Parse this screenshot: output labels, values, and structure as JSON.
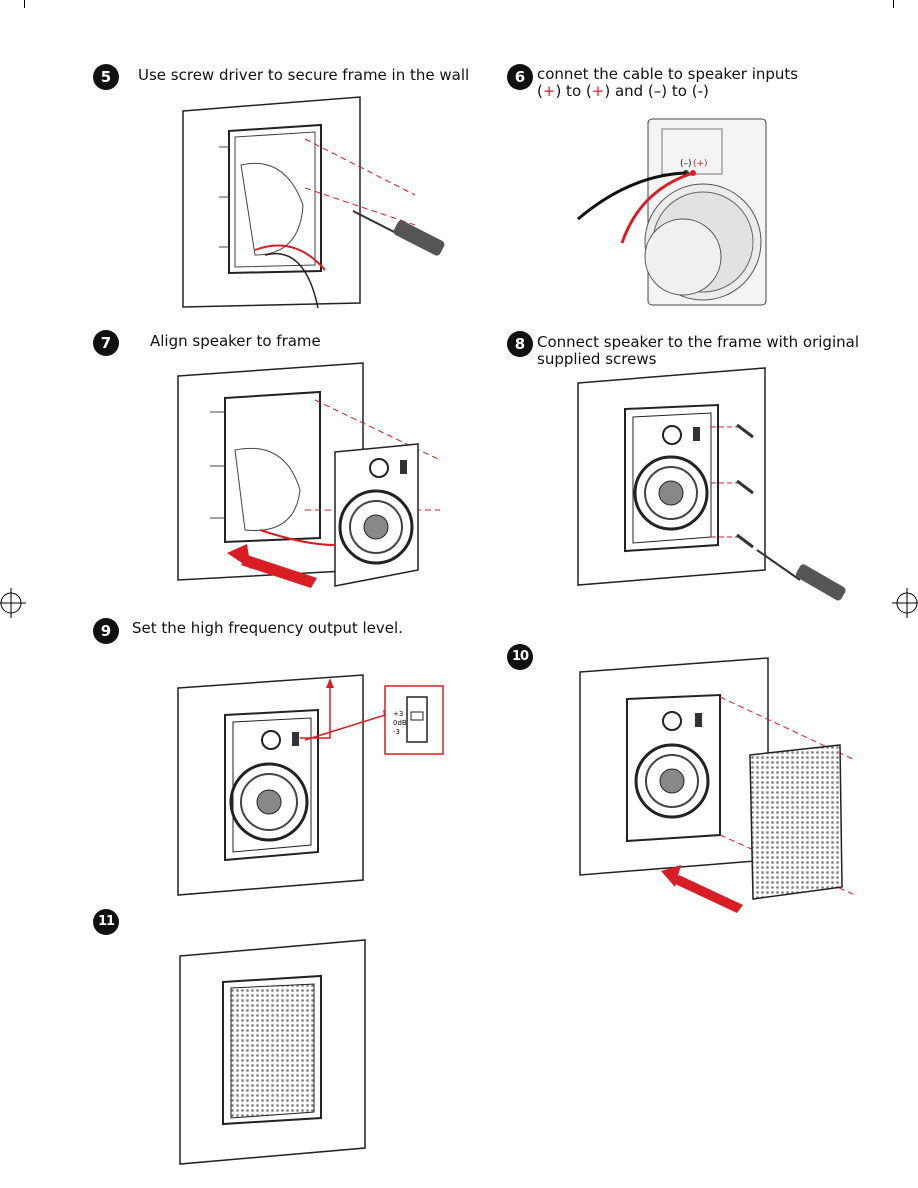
{
  "steps": [
    {
      "num": "5",
      "text": "Use screw driver to secure frame in the wall"
    },
    {
      "num": "6",
      "line1": "connet the cable to speaker inputs",
      "line2": {
        "p1": "(",
        "plus1": "+",
        "p2": ") to (",
        "plus2": "+",
        "p3": ") and (–) to (-)"
      }
    },
    {
      "num": "7",
      "text": "Align speaker to frame"
    },
    {
      "num": "8",
      "line1": "Connect speaker to the frame with original",
      "line2": "supplied screws"
    },
    {
      "num": "9",
      "text": "Set the high frequency output level."
    },
    {
      "num": "10",
      "text": ""
    },
    {
      "num": "11",
      "text": ""
    }
  ],
  "terminal_labels": {
    "minus": "(–)",
    "plus": "(+)"
  },
  "level_switch": {
    "high": "+3",
    "mid": "0dB",
    "low": "-3"
  },
  "colors": {
    "accent": "#d81e24",
    "ink": "#111111"
  }
}
